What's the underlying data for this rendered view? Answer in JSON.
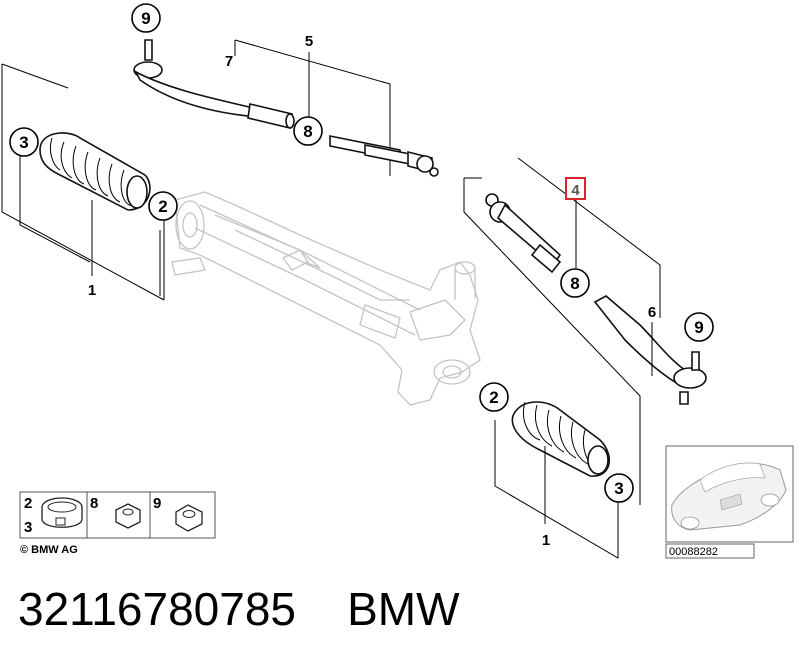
{
  "callouts": {
    "tie_rod_end_top": "9",
    "tie_rod_assembly_top": "7",
    "bracket_top": "5",
    "nut_top": "8",
    "bellows_left": "3",
    "clamp_left": "2",
    "bellows_label_left": "1",
    "highlighted_part": "4",
    "nut_right": "8",
    "tie_rod_assembly_right": "6",
    "tie_rod_end_right": "9",
    "clamp_right": "2",
    "bellows_right": "3",
    "bellows_label_right": "1"
  },
  "legend": {
    "col1_top": "2",
    "col1_bottom": "3",
    "col2": "8",
    "col3": "9"
  },
  "copyright": "© BMW AG",
  "image_code": "00088282",
  "footer": {
    "part_number": "32116780785",
    "brand": "BMW"
  },
  "highlight_color": "#d9232e"
}
